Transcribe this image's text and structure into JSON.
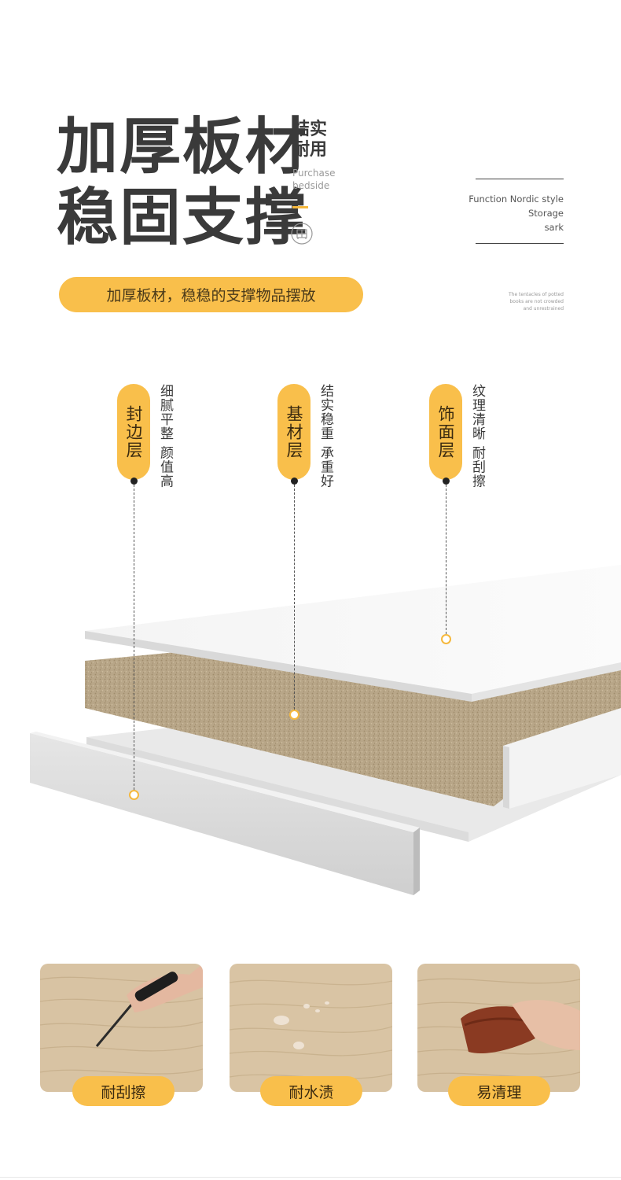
{
  "header": {
    "title_line1": "加厚板材",
    "title_line2": "稳固支撑",
    "side_cn_line1": "结实",
    "side_cn_line2": "耐用",
    "side_en_line1": "Purchase",
    "side_en_line2": "bedside",
    "icon": "cabinet-icon"
  },
  "right_block": {
    "line1": "Function Nordic style",
    "line2": "Storage",
    "line3": "sark",
    "tiny_line1": "The tentacles of potted",
    "tiny_line2": "books are not crowded",
    "tiny_line3": "and unrestrained"
  },
  "pill": {
    "text": "加厚板材，稳稳的支撑物品摆放"
  },
  "layers": [
    {
      "tag": "封边层",
      "desc": "细腻平整 颜值高"
    },
    {
      "tag": "基材层",
      "desc": "结实稳重 承重好"
    },
    {
      "tag": "饰面层",
      "desc": "纹理清晰 耐刮擦"
    }
  ],
  "features": [
    {
      "label": "耐刮擦"
    },
    {
      "label": "耐水渍"
    },
    {
      "label": "易清理"
    }
  ],
  "colors": {
    "accent": "#f9bf4b",
    "title": "#3a3a3a"
  }
}
